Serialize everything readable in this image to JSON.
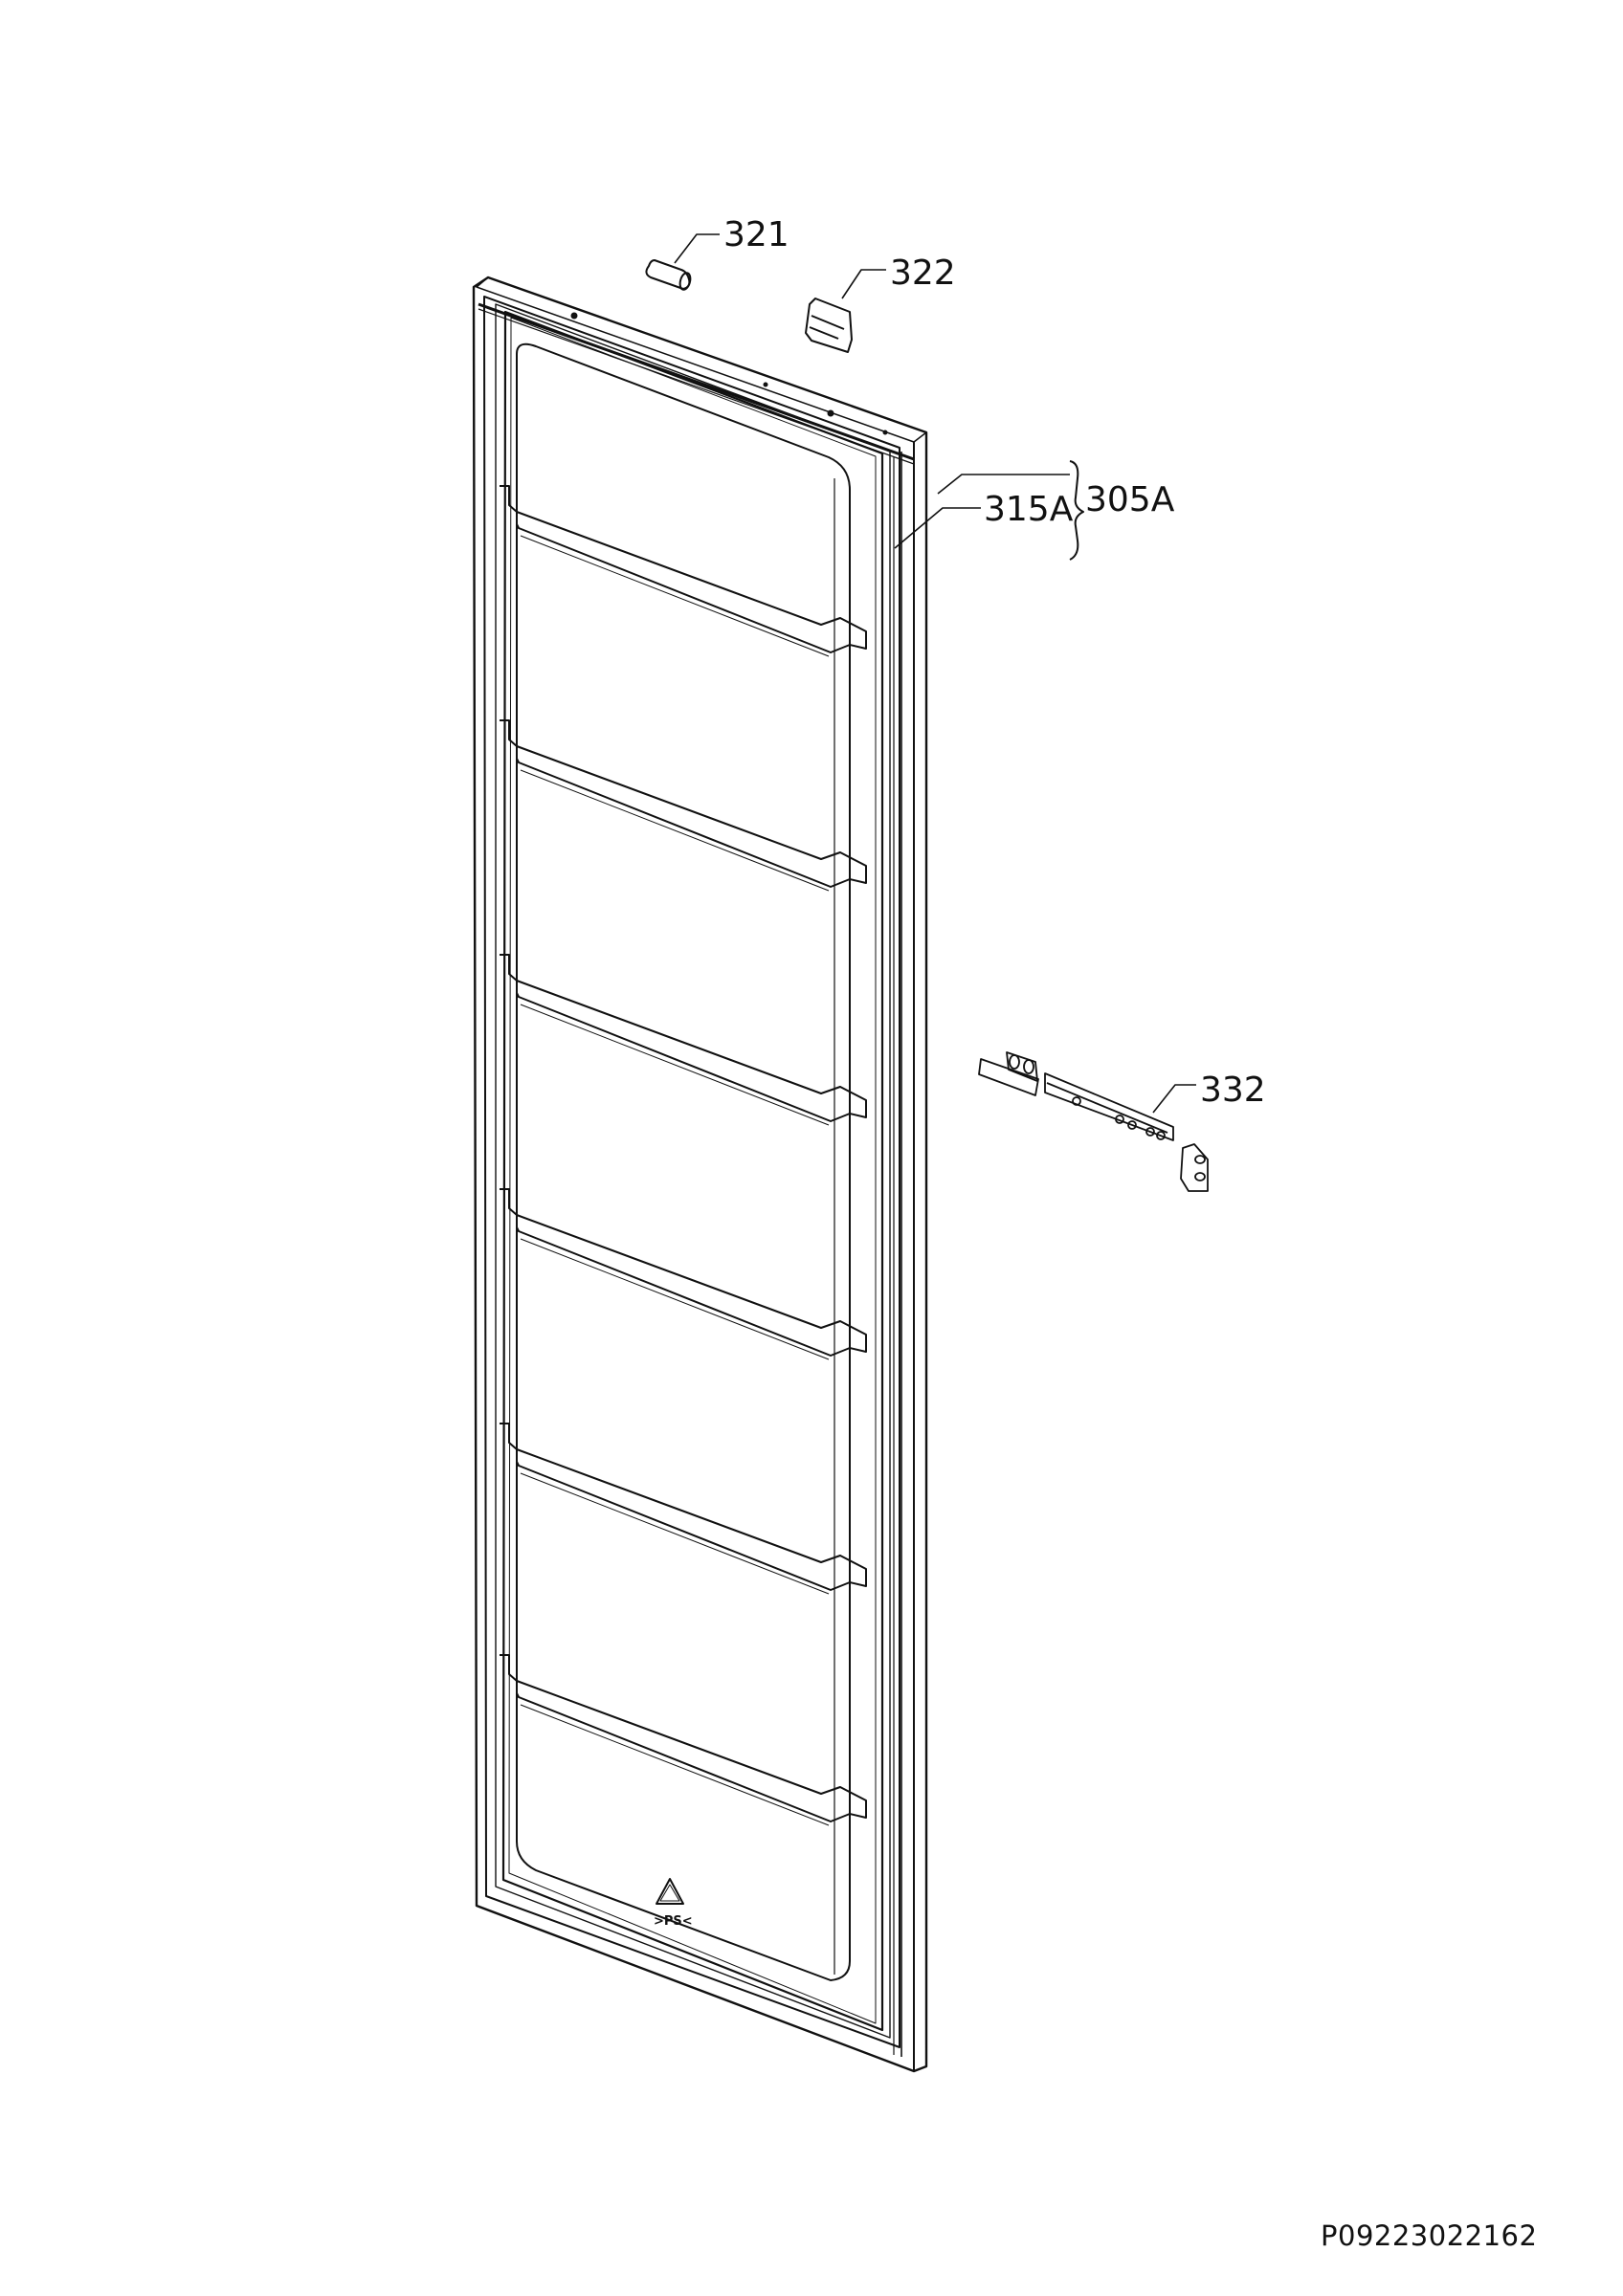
{
  "diagram": {
    "type": "exploded-parts-view",
    "subject": "refrigerator/freezer door assembly",
    "parts": [
      {
        "id": "321",
        "label": "321",
        "description": "hinge pin"
      },
      {
        "id": "322",
        "label": "322",
        "description": "hinge cover"
      },
      {
        "id": "315A",
        "label": "315A",
        "description": "door gasket"
      },
      {
        "id": "305A",
        "label": "305A",
        "description": "door assembly (groups door and 315A)"
      },
      {
        "id": "332",
        "label": "332",
        "description": "door hinge / slide rail"
      }
    ],
    "door_shelves": 6,
    "recycling_mark": ">PS<",
    "document_id": "P09223022162"
  },
  "colors": {
    "line": "#111111",
    "background": "#ffffff"
  }
}
